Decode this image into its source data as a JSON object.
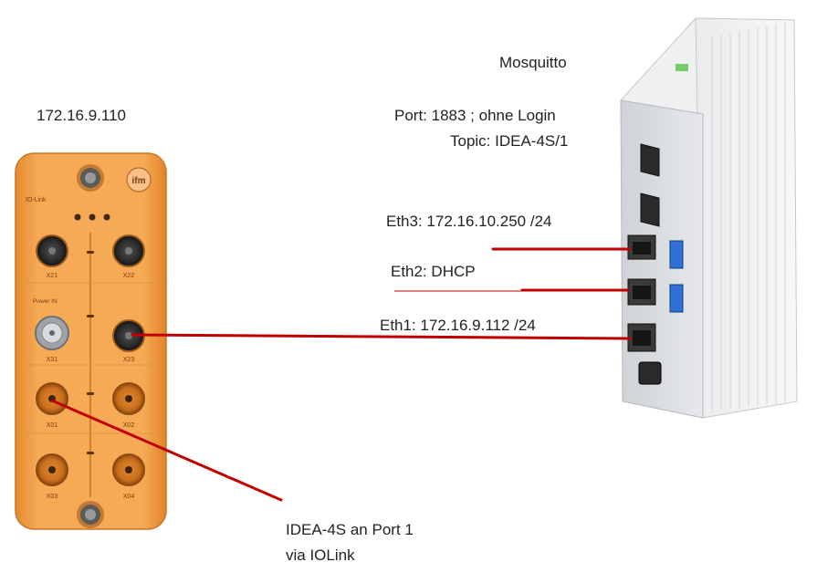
{
  "iolink_master": {
    "ip": "172.16.9.110",
    "brand_logo": "ifm",
    "iolink_badge": "IO-Link",
    "power_label": "Power IN",
    "ports": [
      "X21",
      "X22",
      "X31",
      "X23",
      "X01",
      "X02",
      "X03",
      "X04"
    ]
  },
  "broker": {
    "name": "Mosquitto",
    "port_info": "Port: 1883 ; ohne Login",
    "topic": "Topic: IDEA-4S/1"
  },
  "ethernet": {
    "eth3": "Eth3: 172.16.10.250 /24",
    "eth2": "Eth2: DHCP",
    "eth1": "Eth1: 172.16.9.112 /24"
  },
  "sensor": {
    "line1": "IDEA-4S an Port 1",
    "line2": "via IOLink"
  },
  "colors": {
    "cable": "#c00000",
    "module": "#f2a24d",
    "module_dark": "#d9822b",
    "pc_body": "#d8dadd"
  }
}
